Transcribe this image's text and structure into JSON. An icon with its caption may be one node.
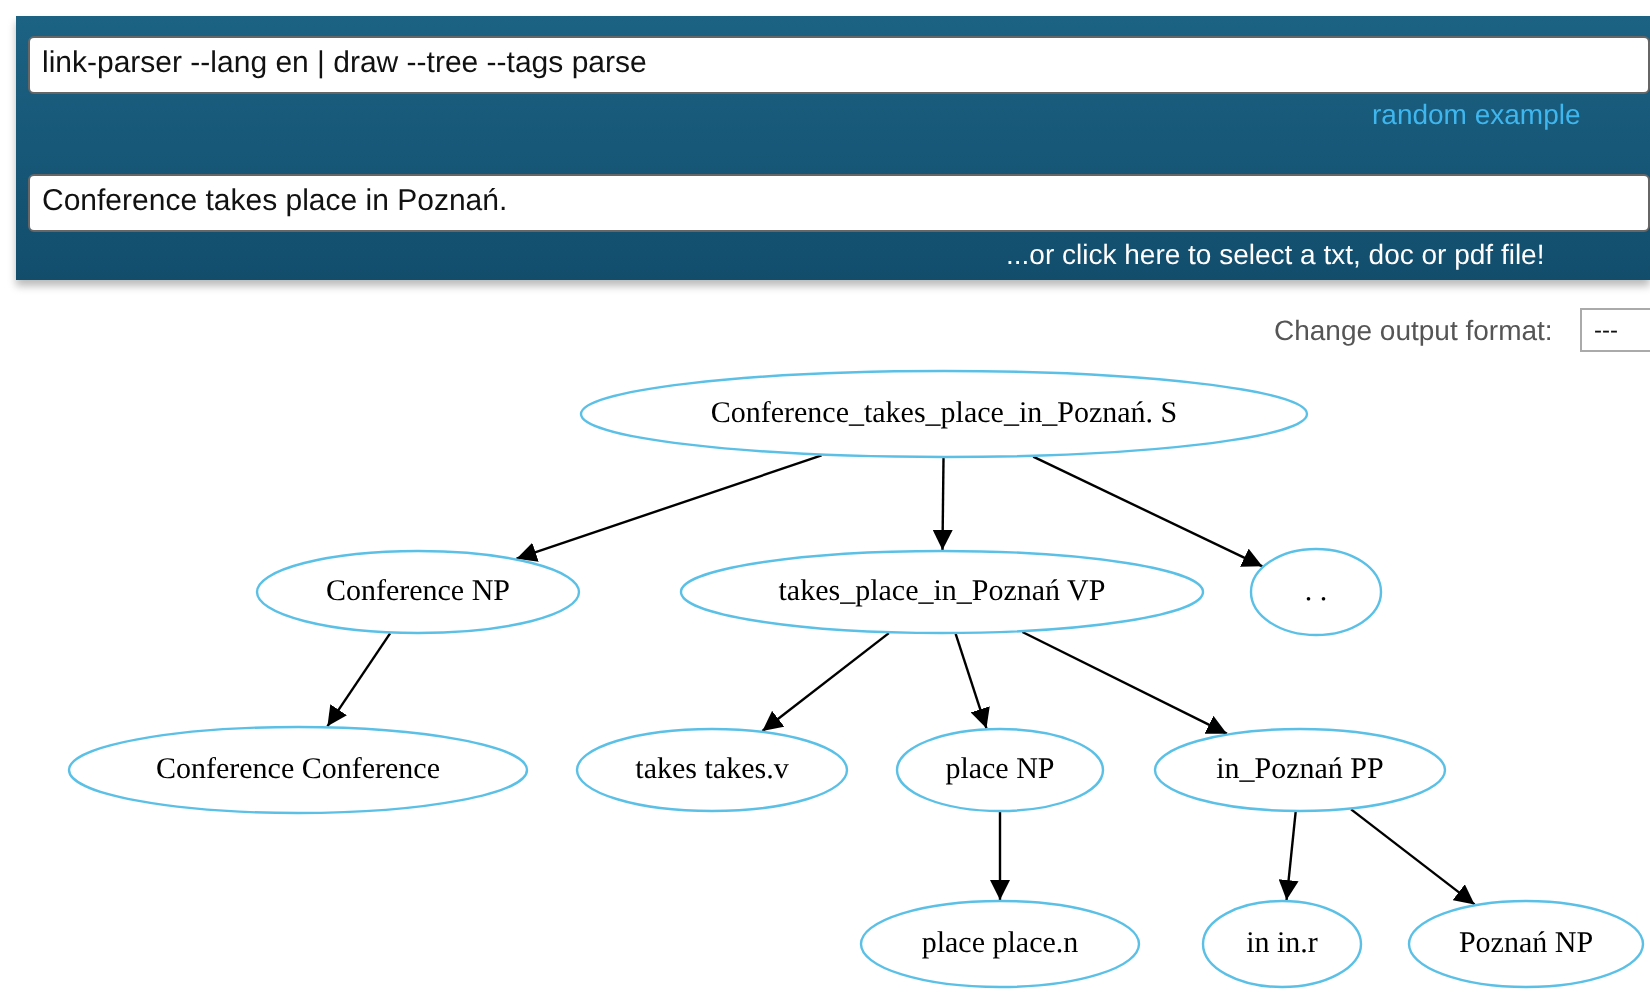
{
  "diagram": {
    "nodes": [
      {
        "text": [
          "Conference_takes_place_in_Poznań. S"
        ]
      },
      {
        "text": [
          "Conference NP"
        ]
      },
      {
        "text": [
          "takes_place_in_Poznań VP"
        ]
      },
      {
        "text": [
          ". ."
        ]
      },
      {
        "text": [
          "Conference Conference"
        ]
      },
      {
        "text": [
          "takes takes.v"
        ]
      },
      {
        "text": [
          "place NP"
        ]
      },
      {
        "text": [
          "in_Poznań PP"
        ]
      },
      {
        "text": [
          "place place.n"
        ]
      },
      {
        "text": [
          "in in.r"
        ]
      },
      {
        "text": [
          "Poznań NP"
        ]
      }
    ],
    "edges": [
      {
        "from": 0,
        "to": 1,
        "arrow": "to"
      },
      {
        "from": 0,
        "to": 2,
        "arrow": "to"
      },
      {
        "from": 0,
        "to": 3,
        "arrow": "to"
      },
      {
        "from": 1,
        "to": 4,
        "arrow": "to"
      },
      {
        "from": 2,
        "to": 5,
        "arrow": "to"
      },
      {
        "from": 2,
        "to": 6,
        "arrow": "to"
      },
      {
        "from": 2,
        "to": 7,
        "arrow": "to"
      },
      {
        "from": 6,
        "to": 8,
        "arrow": "to"
      },
      {
        "from": 7,
        "to": 9,
        "arrow": "to"
      },
      {
        "from": 7,
        "to": 10,
        "arrow": "to"
      }
    ],
    "labels": [
      "link-parser --lang en | draw --tree --tags parse",
      "random example",
      "Conference takes place in Poznań.",
      "...or click here to select a txt, doc or pdf file!",
      "Change output format:",
      "---"
    ]
  }
}
